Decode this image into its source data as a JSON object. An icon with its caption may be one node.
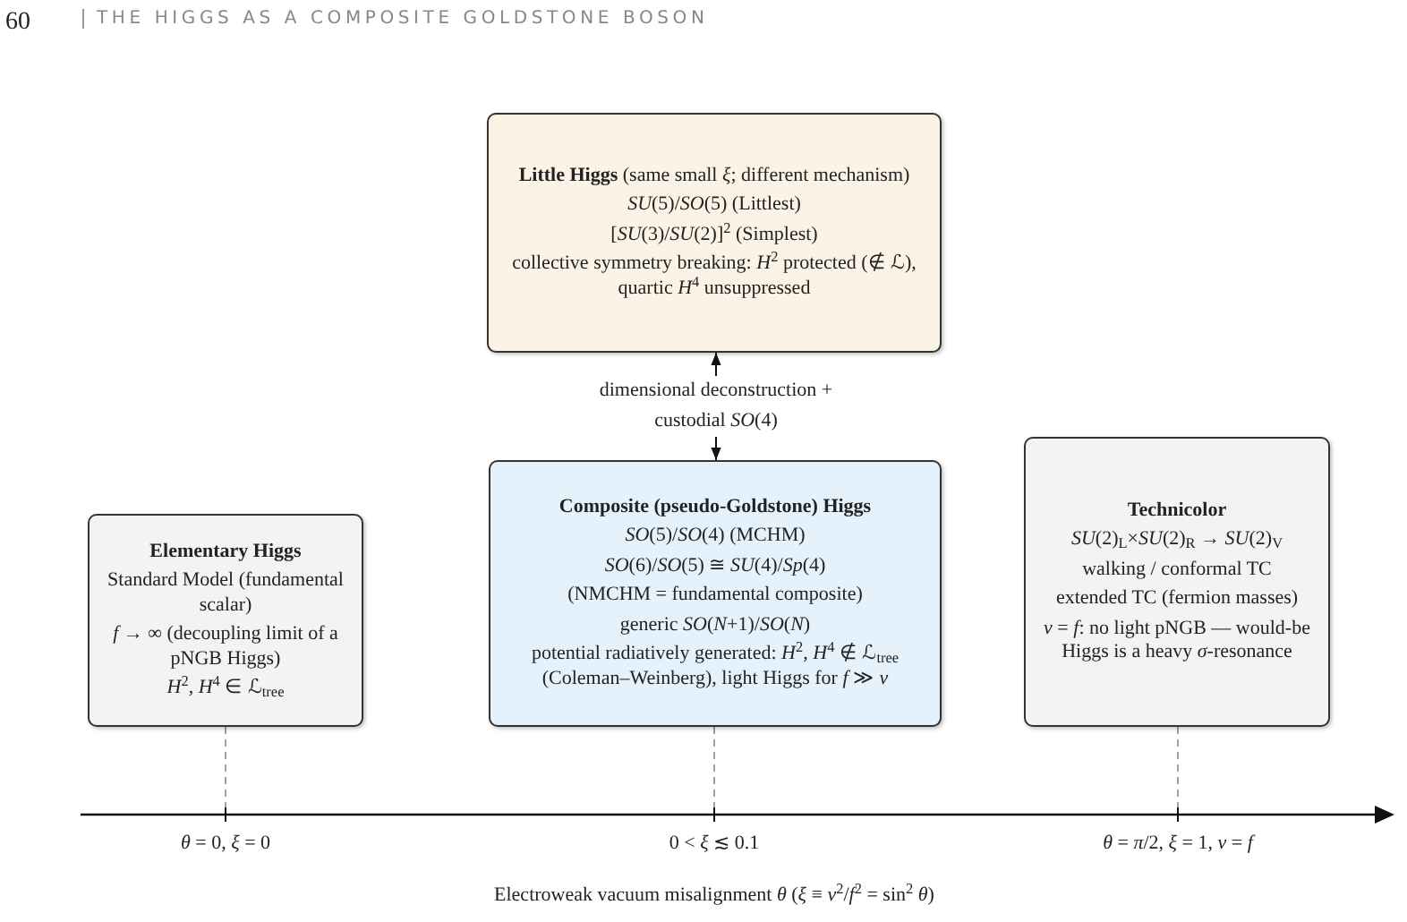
{
  "diagram": {
    "nodes": [
      {
        "text": [
          "**Little Higgs** (same small *ξ*; different mechanism)",
          "*SU*(5)/*SO*(5) (Littlest)",
          "[*SU*(3)/*SU*(2)]$^{2}$ (Simplest)",
          "collective symmetry breaking: *H*$^{2}$ protected (∉ ℒ), quartic *H*$^{4}$ unsuppressed"
        ]
      },
      {
        "text": [
          "**Composite (pseudo-Goldstone) Higgs**",
          "*SO*(5)/*SO*(4) (MCHM)",
          "*SO*(6)/*SO*(5) ≅ *SU*(4)/*Sp*(4)",
          "(NMCHM = fundamental composite)",
          "generic *SO*(*N*+1)/*SO*(*N*)",
          "potential radiatively generated: *H*$^{2}$, *H*$^{4}$ ∉ ℒ$_{tree}$ (Coleman–Weinberg), light Higgs for *f* ≫ *v*"
        ]
      },
      {
        "text": [
          "**Elementary Higgs**",
          "Standard Model (fundamental scalar)",
          "*f* → ∞ (decoupling limit of a pNGB Higgs)",
          "*H*$^{2}$, *H*$^{4}$ ∈ ℒ$_{tree}$"
        ]
      },
      {
        "text": [
          "**Technicolor**",
          "*SU*(2)$_{L}$×*SU*(2)$_{R}$ → *SU*(2)$_{V}$",
          "walking / conformal TC",
          "extended TC (fermion masses)",
          "*v* = *f*: no light pNGB — would-be Higgs is a heavy *σ*-resonance"
        ]
      }
    ],
    "edges": [
      {
        "from": 0,
        "to": 1,
        "arrow": "both",
        "color": "#111111",
        "label": "dimensional deconstruction + custodial *SO*(4)"
      },
      {
        "from": 2,
        "to": null,
        "arrow": "none",
        "style": "dashed"
      },
      {
        "from": 1,
        "to": null,
        "arrow": "none",
        "style": "dashed"
      },
      {
        "from": 3,
        "to": null,
        "arrow": "none",
        "style": "dashed"
      }
    ],
    "labels": [
      "60",
      "THE HIGGS AS A COMPOSITE GOLDSTONE BOSON",
      "*θ* = 0, *ξ* = 0",
      "0 < *ξ* ≲ 0.1",
      "*θ* = *π*/2, *ξ* = 1, *v* = *f*",
      "Electroweak vacuum misalignment *θ* (*ξ* ≡ *v*$^{2}$/*f*$^{2}$ = sin$^{2}$ *θ*)"
    ]
  }
}
